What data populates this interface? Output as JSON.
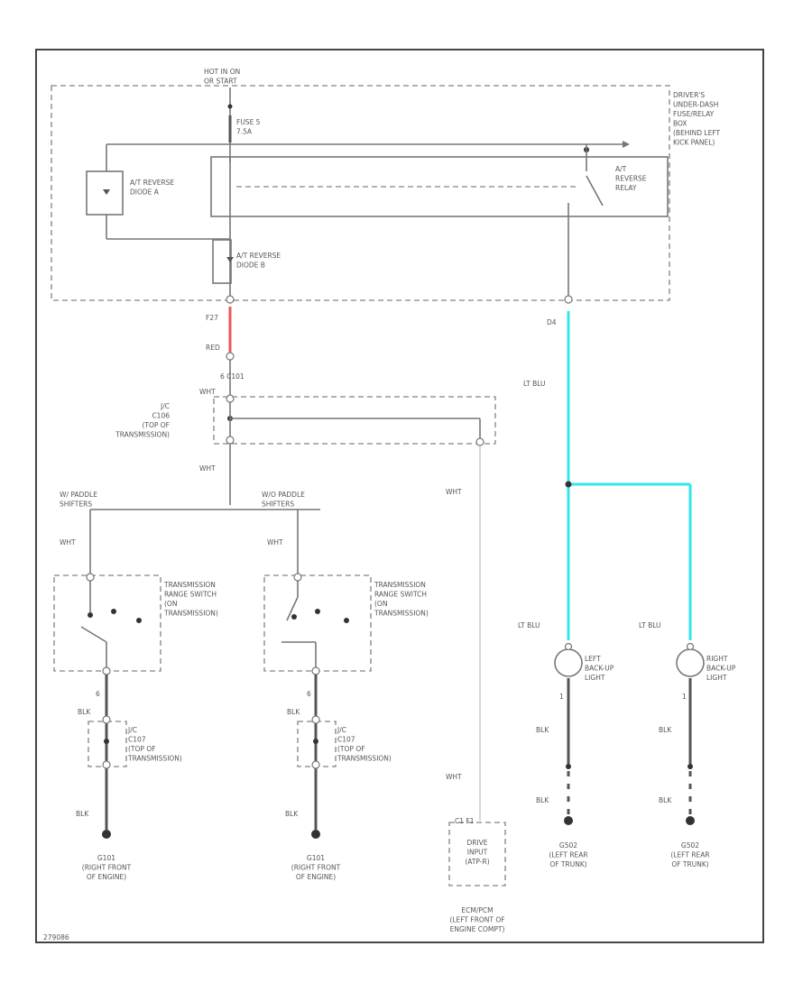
{
  "colors": {
    "red_wire": "#ef5555",
    "blue_wire": "#33e6ee"
  },
  "labels": {
    "hot_in_on": [
      "HOT IN ON",
      "OR START"
    ],
    "fuse": [
      "FUSE 5",
      "7.5A"
    ],
    "reverse_diode_a": [
      "A/T REVERSE",
      "DIODE A"
    ],
    "reverse_diode_b": [
      "A/T REVERSE",
      "DIODE B"
    ],
    "reverse_relay": [
      "A/T",
      "REVERSE",
      "RELAY"
    ],
    "fuse_box": [
      "DRIVER'S",
      "UNDER-DASH",
      "FUSE/RELAY",
      "BOX",
      "(BEHIND LEFT",
      "KICK PANEL)"
    ],
    "f27": "F27",
    "red": "RED",
    "wire_d4": "D4",
    "lt_blu": "LT BLU",
    "c101_pin": "6   C101",
    "wht": "WHT",
    "c106": [
      "J/C",
      "C106",
      "(TOP OF",
      "TRANSMISSION)"
    ],
    "wht2": "WHT",
    "paddle_left": [
      "W/ PADDLE",
      "SHIFTERS"
    ],
    "paddle_right": [
      "W/O PADDLE",
      "SHIFTERS"
    ],
    "wht3": "WHT",
    "wht4": "WHT",
    "wht_right": "WHT",
    "trs_left": [
      "TRANSMISSION",
      "RANGE SWITCH",
      "(ON",
      "TRANSMISSION)"
    ],
    "trs_right": [
      "TRANSMISSION",
      "RANGE SWITCH",
      "(ON",
      "TRANSMISSION)"
    ],
    "pin_left": "6",
    "pin_right": "6",
    "blk_l1": "BLK",
    "blk_r1": "BLK",
    "c107_left": [
      "J/C",
      "C107",
      "(TOP OF",
      "TRANSMISSION)"
    ],
    "c107_right": [
      "J/C",
      "C107",
      "(TOP OF",
      "TRANSMISSION)"
    ],
    "blk_l2": "BLK",
    "blk_r2": "BLK",
    "g101_left": [
      "G101",
      "(RIGHT FRONT",
      "OF ENGINE)"
    ],
    "g101_right": [
      "G101",
      "(RIGHT FRONT",
      "OF ENGINE)"
    ],
    "wht_ecm": "WHT",
    "ecm_pin": "C1 F1",
    "ecm_box": [
      "DRIVE",
      "INPUT",
      "(ATP-R)"
    ],
    "ecm_loc": [
      "ECM/PCM",
      "(LEFT FRONT OF",
      "ENGINE COMPT)"
    ],
    "lt_blu_left": "LT BLU",
    "lt_blu_right": "LT BLU",
    "left_backup": [
      "LEFT",
      "BACK-UP",
      "LIGHT"
    ],
    "right_backup": [
      "RIGHT",
      "BACK-UP",
      "LIGHT"
    ],
    "pin1_left": "1",
    "pin1_right": "1",
    "blk_bl1": "BLK",
    "blk_br1": "BLK",
    "blk_bl2": "BLK",
    "blk_br2": "BLK",
    "g502_left": [
      "G502",
      "(LEFT REAR",
      "OF TRUNK)"
    ],
    "g502_right": [
      "G502",
      "(LEFT REAR",
      "OF TRUNK)"
    ],
    "code": "279086"
  }
}
